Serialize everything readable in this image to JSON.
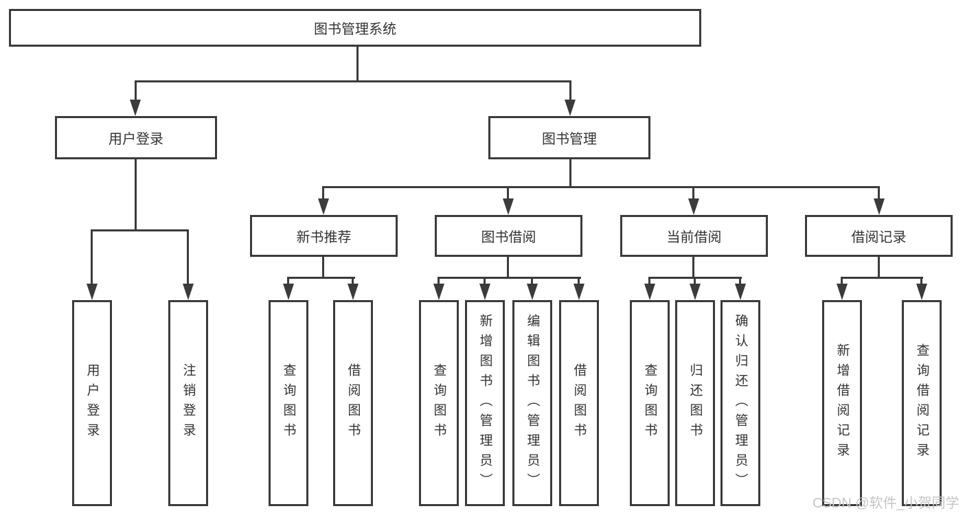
{
  "title": "图书管理系统",
  "branches": [
    {
      "label": "用户登录",
      "children": [
        "用户登录",
        "注销登录"
      ]
    },
    {
      "label": "图书管理",
      "groups": [
        {
          "label": "新书推荐",
          "children": [
            "查询图书",
            "借阅图书"
          ]
        },
        {
          "label": "图书借阅",
          "children": [
            "查询图书",
            "新增图书（管理员）",
            "编辑图书（管理员）",
            "借阅图书"
          ]
        },
        {
          "label": "当前借阅",
          "children": [
            "查询图书",
            "归还图书",
            "确认归还（管理员）"
          ]
        },
        {
          "label": "借阅记录",
          "children": [
            "新增借阅记录",
            "查询借阅记录"
          ]
        }
      ]
    }
  ],
  "watermark": "CSDN @软件_小贺同学",
  "colors": {
    "line": "#3b3b3b",
    "text": "#333333",
    "watermark": "#c5c5c5",
    "background": "#ffffff"
  }
}
